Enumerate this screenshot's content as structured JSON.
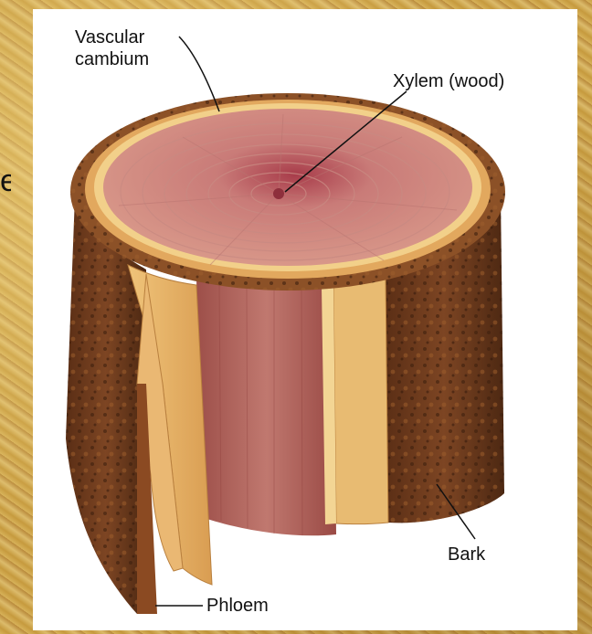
{
  "labels": {
    "vascular_cambium_line1": "Vascular",
    "vascular_cambium_line2": "cambium",
    "xylem": "Xylem (wood)",
    "bark": "Bark",
    "phloem": "Phloem"
  },
  "colors": {
    "bark": "#6b3a1c",
    "phloem": "#e6b066",
    "cambium": "#f2d08a",
    "xylem": "#b86a63",
    "xylem_center": "#a83c4a",
    "rings": "#c98a82"
  }
}
